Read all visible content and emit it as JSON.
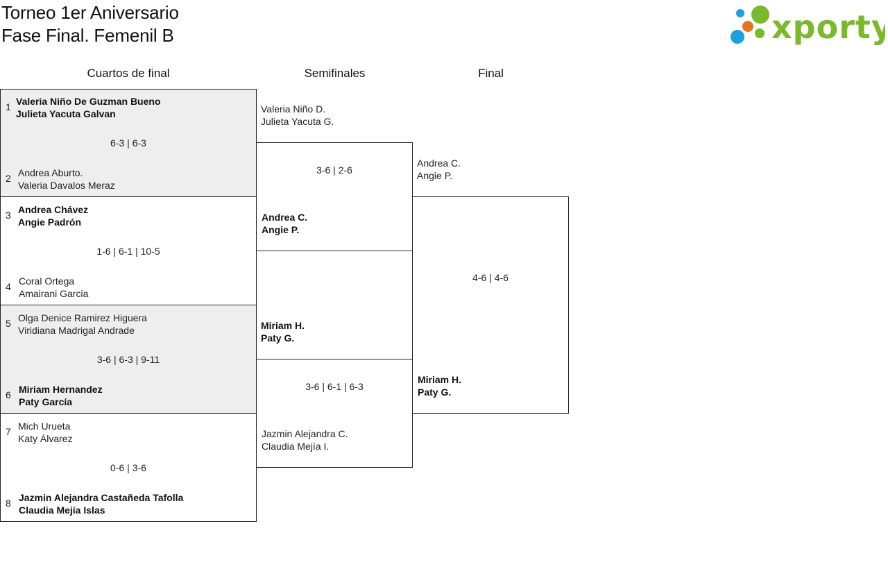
{
  "header": {
    "title_line1": "Torneo 1er Aniversario",
    "title_line2": "Fase Final. Femenil B",
    "logo_text": "xporty"
  },
  "colors": {
    "logo_green": "#7ab929",
    "logo_blue": "#1a9fe0",
    "logo_orange": "#e8731c",
    "shaded": "#eeeeee"
  },
  "rounds": {
    "quarterfinals": "Cuartos de final",
    "semifinals": "Semifinales",
    "final": "Final"
  },
  "quarterfinals": [
    {
      "seed_a": "1",
      "team_a": [
        "Valeria Niño De Guzman Bueno",
        "Julieta Yacuta Galvan"
      ],
      "winner": "a",
      "score": "6-3 | 6-3",
      "seed_b": "2",
      "team_b": [
        "Andrea Aburto.",
        "Valeria Davalos Meraz"
      ]
    },
    {
      "seed_a": "3",
      "team_a": [
        "Andrea Chávez",
        "Angie Padrón"
      ],
      "winner": "a",
      "score": "1-6 | 6-1 | 10-5",
      "seed_b": "4",
      "team_b": [
        "Coral Ortega",
        "Amairani Garcia"
      ]
    },
    {
      "seed_a": "5",
      "team_a": [
        "Olga Denice Ramirez Higuera",
        "Viridiana Madrigal Andrade"
      ],
      "winner": "b",
      "score": "3-6 | 6-3 | 9-11",
      "seed_b": "6",
      "team_b": [
        "Miriam Hernandez",
        "Paty García"
      ]
    },
    {
      "seed_a": "7",
      "team_a": [
        "Mich Urueta",
        "Katy Álvarez"
      ],
      "winner": "b",
      "score": "0-6 | 3-6",
      "seed_b": "8",
      "team_b": [
        "Jazmin Alejandra Castañeda Tafolla",
        "Claudia Mejía Islas"
      ]
    }
  ],
  "semifinals": [
    {
      "team_a": [
        "Valeria Niño D.",
        "Julieta Yacuta G."
      ],
      "winner": "b",
      "score": "3-6 | 2-6",
      "team_b": [
        "Andrea C.",
        "Angie P."
      ]
    },
    {
      "team_a": [
        "Miriam H.",
        "Paty G."
      ],
      "winner": "a",
      "score": "3-6 | 6-1 | 6-3",
      "team_b": [
        "Jazmin Alejandra C.",
        "Claudia Mejía I."
      ]
    }
  ],
  "final": {
    "team_a": [
      "Andrea C.",
      "Angie P."
    ],
    "winner": "b",
    "score": "4-6 | 4-6",
    "team_b": [
      "Miriam H.",
      "Paty G."
    ]
  }
}
